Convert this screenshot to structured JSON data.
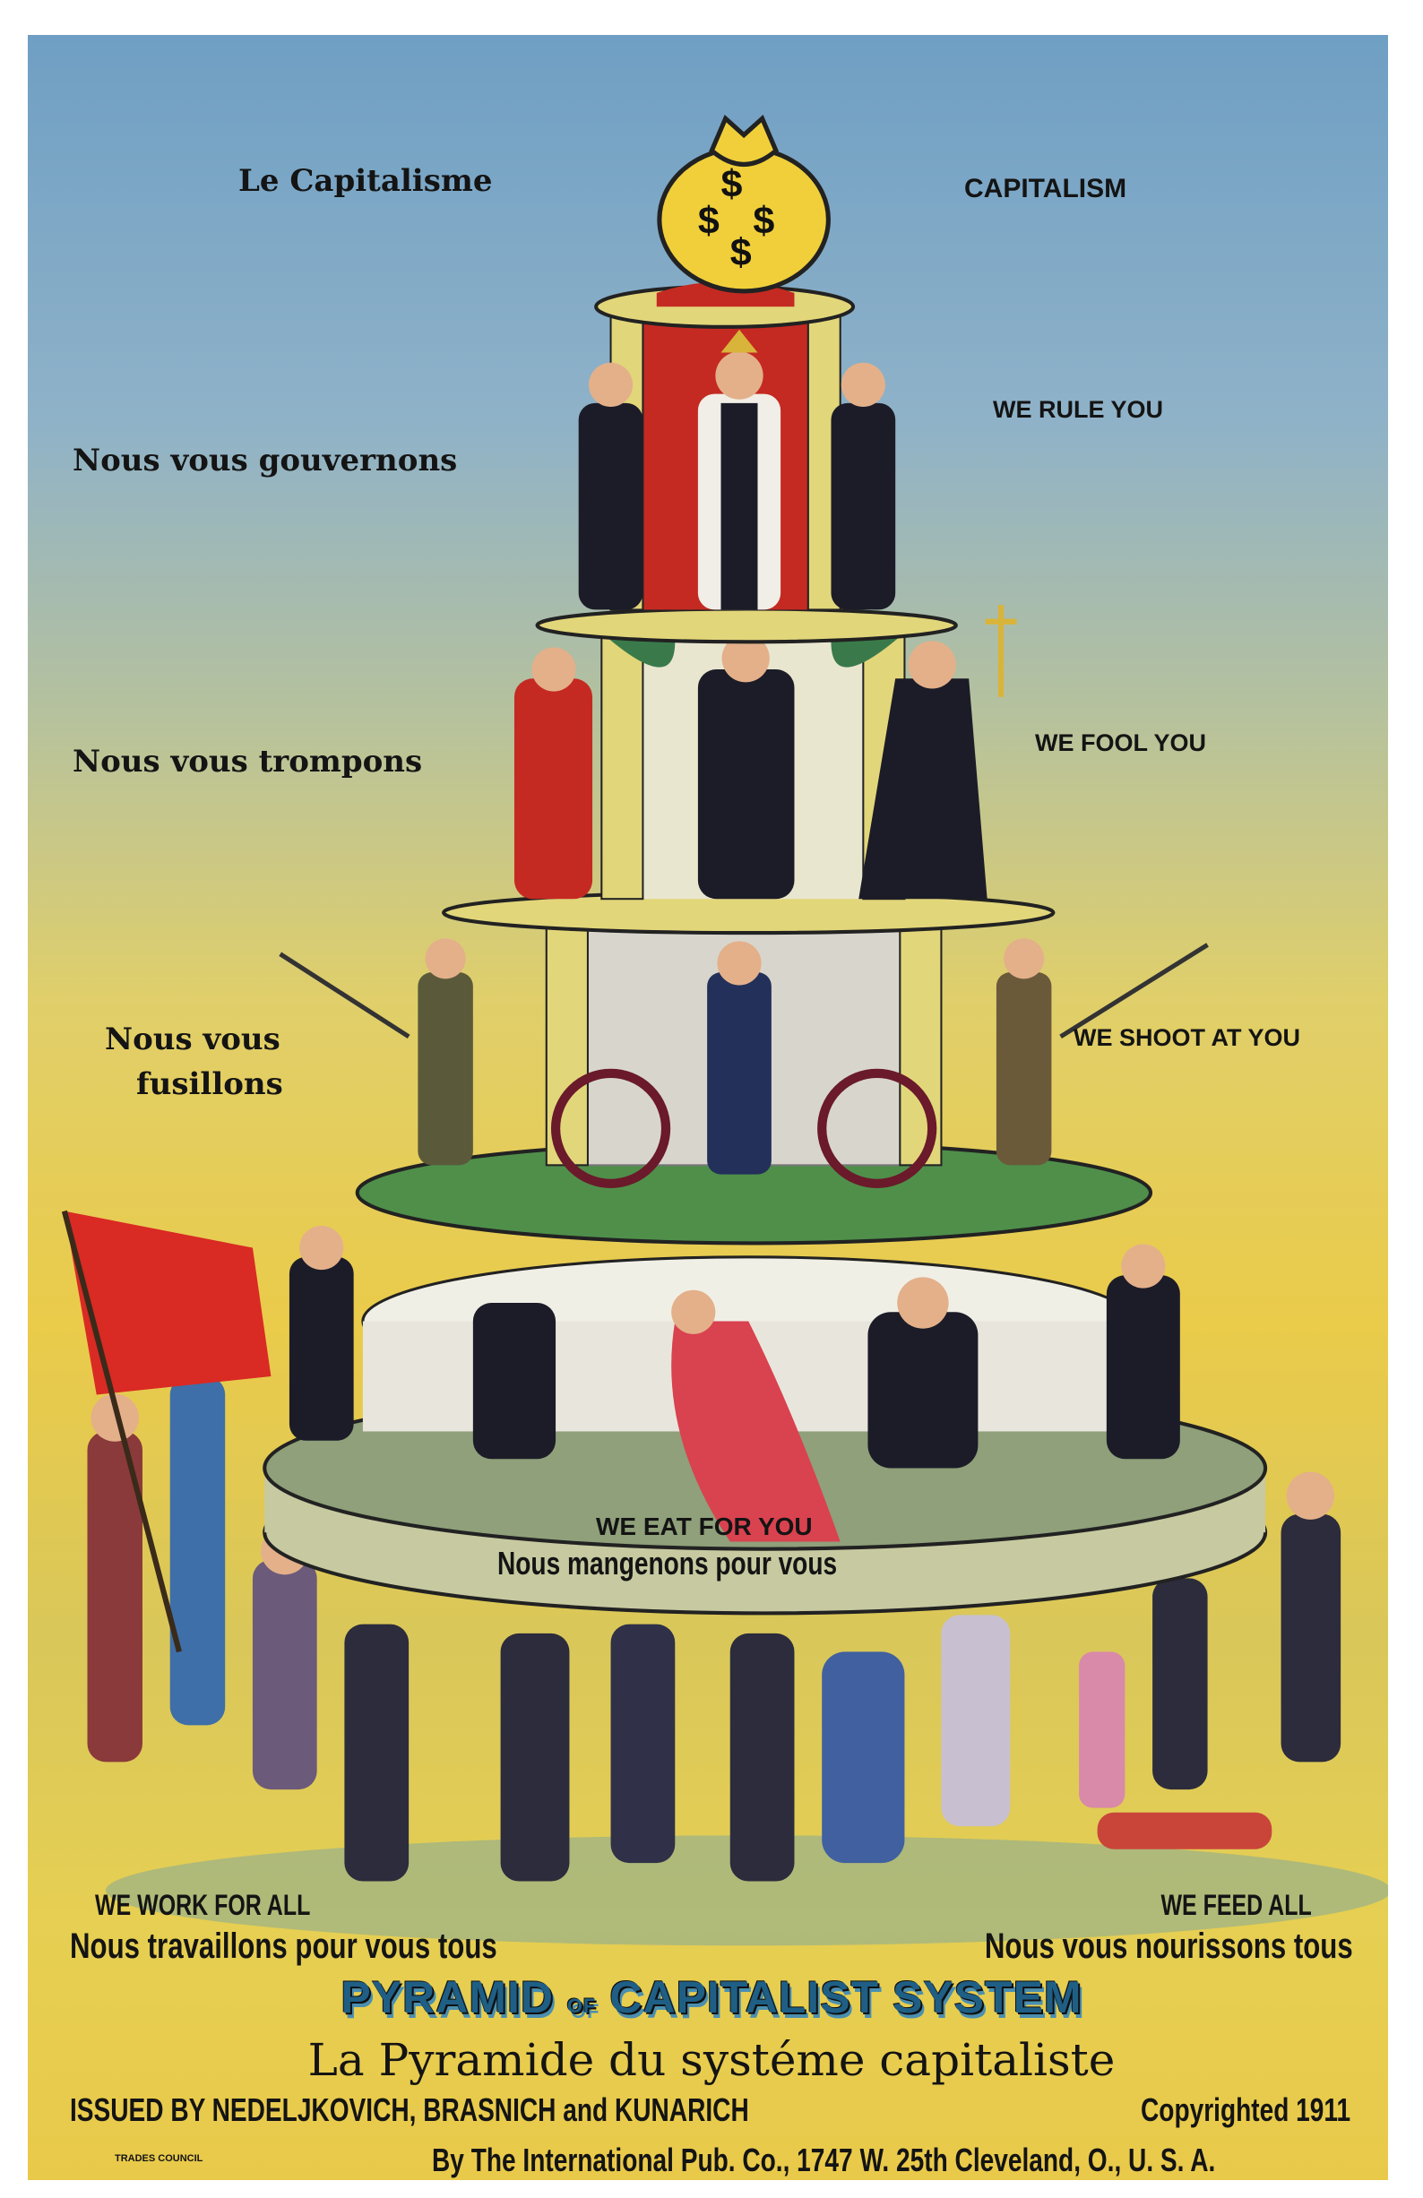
{
  "poster": {
    "top_left": "Le Capitalisme",
    "top_right": "CAPITALISM",
    "tiers": [
      {
        "fr": "Nous vous gouvernons",
        "en": "WE RULE YOU"
      },
      {
        "fr": "Nous vous trompons",
        "en": "WE FOOL YOU"
      },
      {
        "fr_line1": "Nous vous",
        "fr_line2": "fusillons",
        "en": "WE SHOOT AT YOU"
      },
      {
        "en": "WE EAT FOR YOU",
        "fr": "Nous mangenons pour vous"
      }
    ],
    "workers_left": {
      "en": "WE WORK FOR ALL",
      "fr": "Nous travaillons pour vous tous"
    },
    "workers_right": {
      "en": "WE FEED ALL",
      "fr": "Nous vous nourissons tous"
    },
    "title_part1": "PYRAMID",
    "title_of": "OF",
    "title_part2": "CAPITALIST SYSTEM",
    "subtitle": "La Pyramide du systéme capitaliste",
    "issued_by": "ISSUED BY NEDELJKOVICH, BRASNICH and KUNARICH",
    "copyright": "Copyrighted 1911",
    "publisher": "By The International Pub. Co., 1747 W. 25th Cleveland, O., U. S. A.",
    "union_label": "TRADES COUNCIL",
    "money_bag_symbol": "$"
  },
  "colors": {
    "sky": "#6f9fc4",
    "yellow": "#e6cf52",
    "red": "#d2302c",
    "green": "#4f8f4a",
    "title_blue": "#1f5f86"
  }
}
